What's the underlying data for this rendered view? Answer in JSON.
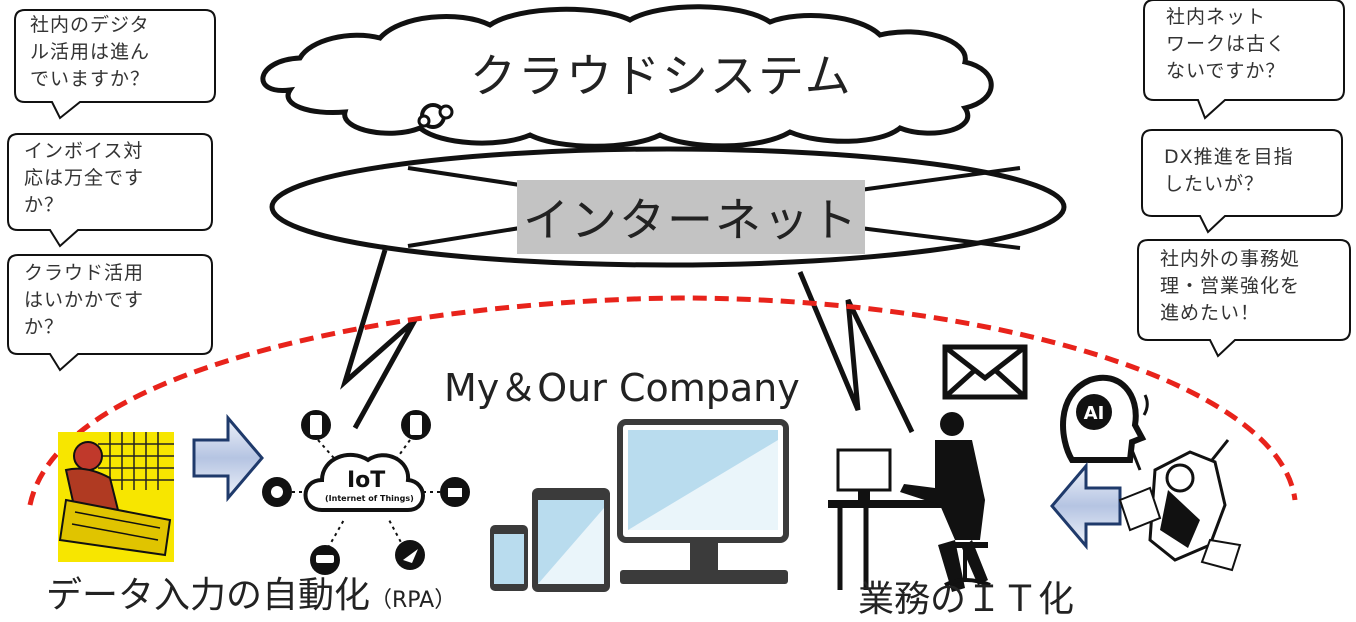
{
  "cloud": {
    "label": "クラウドシステム"
  },
  "internet": {
    "label": "インターネット"
  },
  "company": {
    "label": "My＆Our Company"
  },
  "bottom": {
    "left_label": "データ入力の自動化",
    "left_label_suffix": "（RPA）",
    "right_label": "業務のＩＴ化"
  },
  "iot": {
    "title": "IoT",
    "subtitle": "(Internet of Things)"
  },
  "ai": {
    "label": "AI"
  },
  "bubbles": {
    "left_1": "社内のデジタ\nル活用は進ん\nでいますか？",
    "left_2": "インボイス対\n応は万全です\nか？",
    "left_3": "クラウド活用\nはいかかです\nか？",
    "right_1": "社内ネット\nワークは古く\nないですか？",
    "right_2": "DX推進を目指\nしたいが？",
    "right_3": "社内外の事務処\n理・営業強化を\n進めたい！"
  },
  "colors": {
    "dashed_arc": "#e8231b",
    "arrow_fill": "#c9d4ea",
    "arrow_stroke": "#1f3a6b",
    "screen": "#b9dcee",
    "internet_box": "#c3c3c3"
  }
}
